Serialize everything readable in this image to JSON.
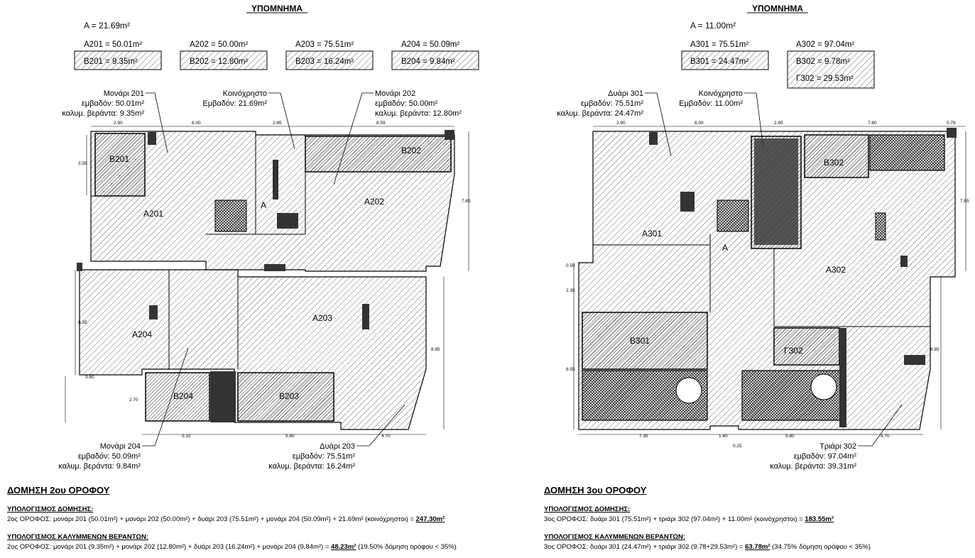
{
  "left": {
    "legend_title": "ΥΠΟΜΝΗΜΑ",
    "common_area": "A = 21.69m²",
    "areas": [
      "A201 = 50.01m²",
      "A202 = 50.00m²",
      "A203 = 75.51m²",
      "A204 = 50.09m²"
    ],
    "verandas": [
      "B201 = 9.35m²",
      "B202 = 12.80m²",
      "B203 = 16.24m²",
      "B204 = 9.84m²"
    ],
    "callouts": [
      {
        "title": "Μονάρι 201",
        "l1": "εμβαδόν: 50.01m²",
        "l2": "καλυμ. βεράντα: 9.35m²"
      },
      {
        "title": "Κοινόχρηστο",
        "l1": "Εμβαδόν: 21.69m²",
        "l2": ""
      },
      {
        "title": "Μονάρι 202",
        "l1": "εμβαδόν: 50.00m²",
        "l2": "καλυμ. βεράντα: 12.80m²"
      },
      {
        "title": "Μονάρι 204",
        "l1": "εμβαδόν: 50.09m²",
        "l2": "καλυμ. βεράντα: 9.84m²"
      },
      {
        "title": "Δυάρι 203",
        "l1": "εμβαδόν: 75.51m²",
        "l2": "καλυμ. βεράντα: 16.24m²"
      }
    ],
    "room_labels": {
      "a201": "A201",
      "a202": "A202",
      "a203": "A203",
      "a204": "A204",
      "b201": "B201",
      "b202": "B202",
      "b203": "B203",
      "b204": "B204",
      "a": "A"
    },
    "dims": {
      "top1": "2.90",
      "top2": "6.00",
      "top3": "2.85",
      "top4": "8.59",
      "right": "7.85",
      "right2": "8.85",
      "left1": "3.55",
      "left2": "8.35",
      "left3": "2.70",
      "bot1": "5.15",
      "bot2": "5.80",
      "bot3": "4.70",
      "bot4": "3.60"
    },
    "section_title": "ΔΟΜΗΣΗ 2ου ΟΡΟΦΟΥ",
    "calc1_title": "ΥΠΟΛΟΓΙΣΜΟΣ ΔΟΜΗΣΗΣ:",
    "calc1_text": "2ος ΟΡΟΦΟΣ:  μονάρι 201 (50.01m²) + μονάρι 202 (50.00m²) + δυάρι 203 (75.51m²)  + μονάρι 204 (50.09m²) + 21.69m² (κοινόχρηστοι) =",
    "calc1_total": "247.30m²",
    "calc2_title": "ΥΠΟΛΟΓΙΣΜΟΣ ΚΑΛΥΜΜΕΝΩΝ ΒΕΡΑΝΤΩΝ:",
    "calc2_text": "2ος ΟΡΟΦΟΣ:  μονάρι 201 (9.35m²) + μονάρι 202 (12.80m²) + δυάρι 203 (16.24m²)  + μονάρι 204 (9.84m²) =",
    "calc2_total": "48.23m²",
    "calc2_note": "(19.50% δόμηση ορόφου < 35%)"
  },
  "right": {
    "legend_title": "ΥΠΟΜΝΗΜΑ",
    "common_area": "A = 11.00m²",
    "areas": [
      "A301 = 75.51m²",
      "A302 = 97.04m²"
    ],
    "verandas": [
      "B301 = 24.47m²",
      "B302 = 9.78m²",
      "Γ302 = 29.53m²"
    ],
    "callouts": [
      {
        "title": "Δυάρι 301",
        "l1": "εμβαδόν: 75.51m²",
        "l2": "καλυμ. βεράντα: 24.47m²"
      },
      {
        "title": "Κοινόχρηστο",
        "l1": "Εμβαδόν: 11.00m²",
        "l2": ""
      },
      {
        "title": "Τριάρι 302",
        "l1": "εμβαδόν: 97.04m²",
        "l2": "καλυμ. βεράντα: 39.31m²"
      }
    ],
    "room_labels": {
      "a301": "A301",
      "a302": "A302",
      "b301": "B301",
      "b302": "B302",
      "g302": "Γ302",
      "a": "A"
    },
    "dims": {
      "top1": "2.90",
      "top2": "6.00",
      "top3": "2.85",
      "top4": "7.80",
      "top5": "0.79",
      "right": "7.85",
      "right2": "8.85",
      "left1": "2.30",
      "left2": "6.55",
      "left3": "0.50",
      "bot1": "7.35",
      "bot2": "1.40",
      "bot3": "5.80",
      "bot4": "4.70",
      "bot5": "0.25"
    },
    "section_title": "ΔΟΜΗΣΗ 3ου ΟΡΟΦΟΥ",
    "calc1_title": "ΥΠΟΛΟΓΙΣΜΟΣ ΔΟΜΗΣΗΣ:",
    "calc1_text": "3ος ΟΡΟΦΟΣ:  δυάρι 301 (75.51m²) + τριάρι 302 (97.04m²) + 11.00m² (κοινόχρηστοι) =",
    "calc1_total": "183.55m²",
    "calc2_title": "ΥΠΟΛΟΓΙΣΜΟΣ ΚΑΛΥΜΜΕΝΩΝ ΒΕΡΑΝΤΩΝ:",
    "calc2_text": "3ος ΟΡΟΦΟΣ:  δυάρι 301 (24.47m²) + τριάρι 302 (9.78+29.53m²) =",
    "calc2_total": "63.78m²",
    "calc2_note": "(34.75% δόμηση ορόφου < 35%)"
  }
}
